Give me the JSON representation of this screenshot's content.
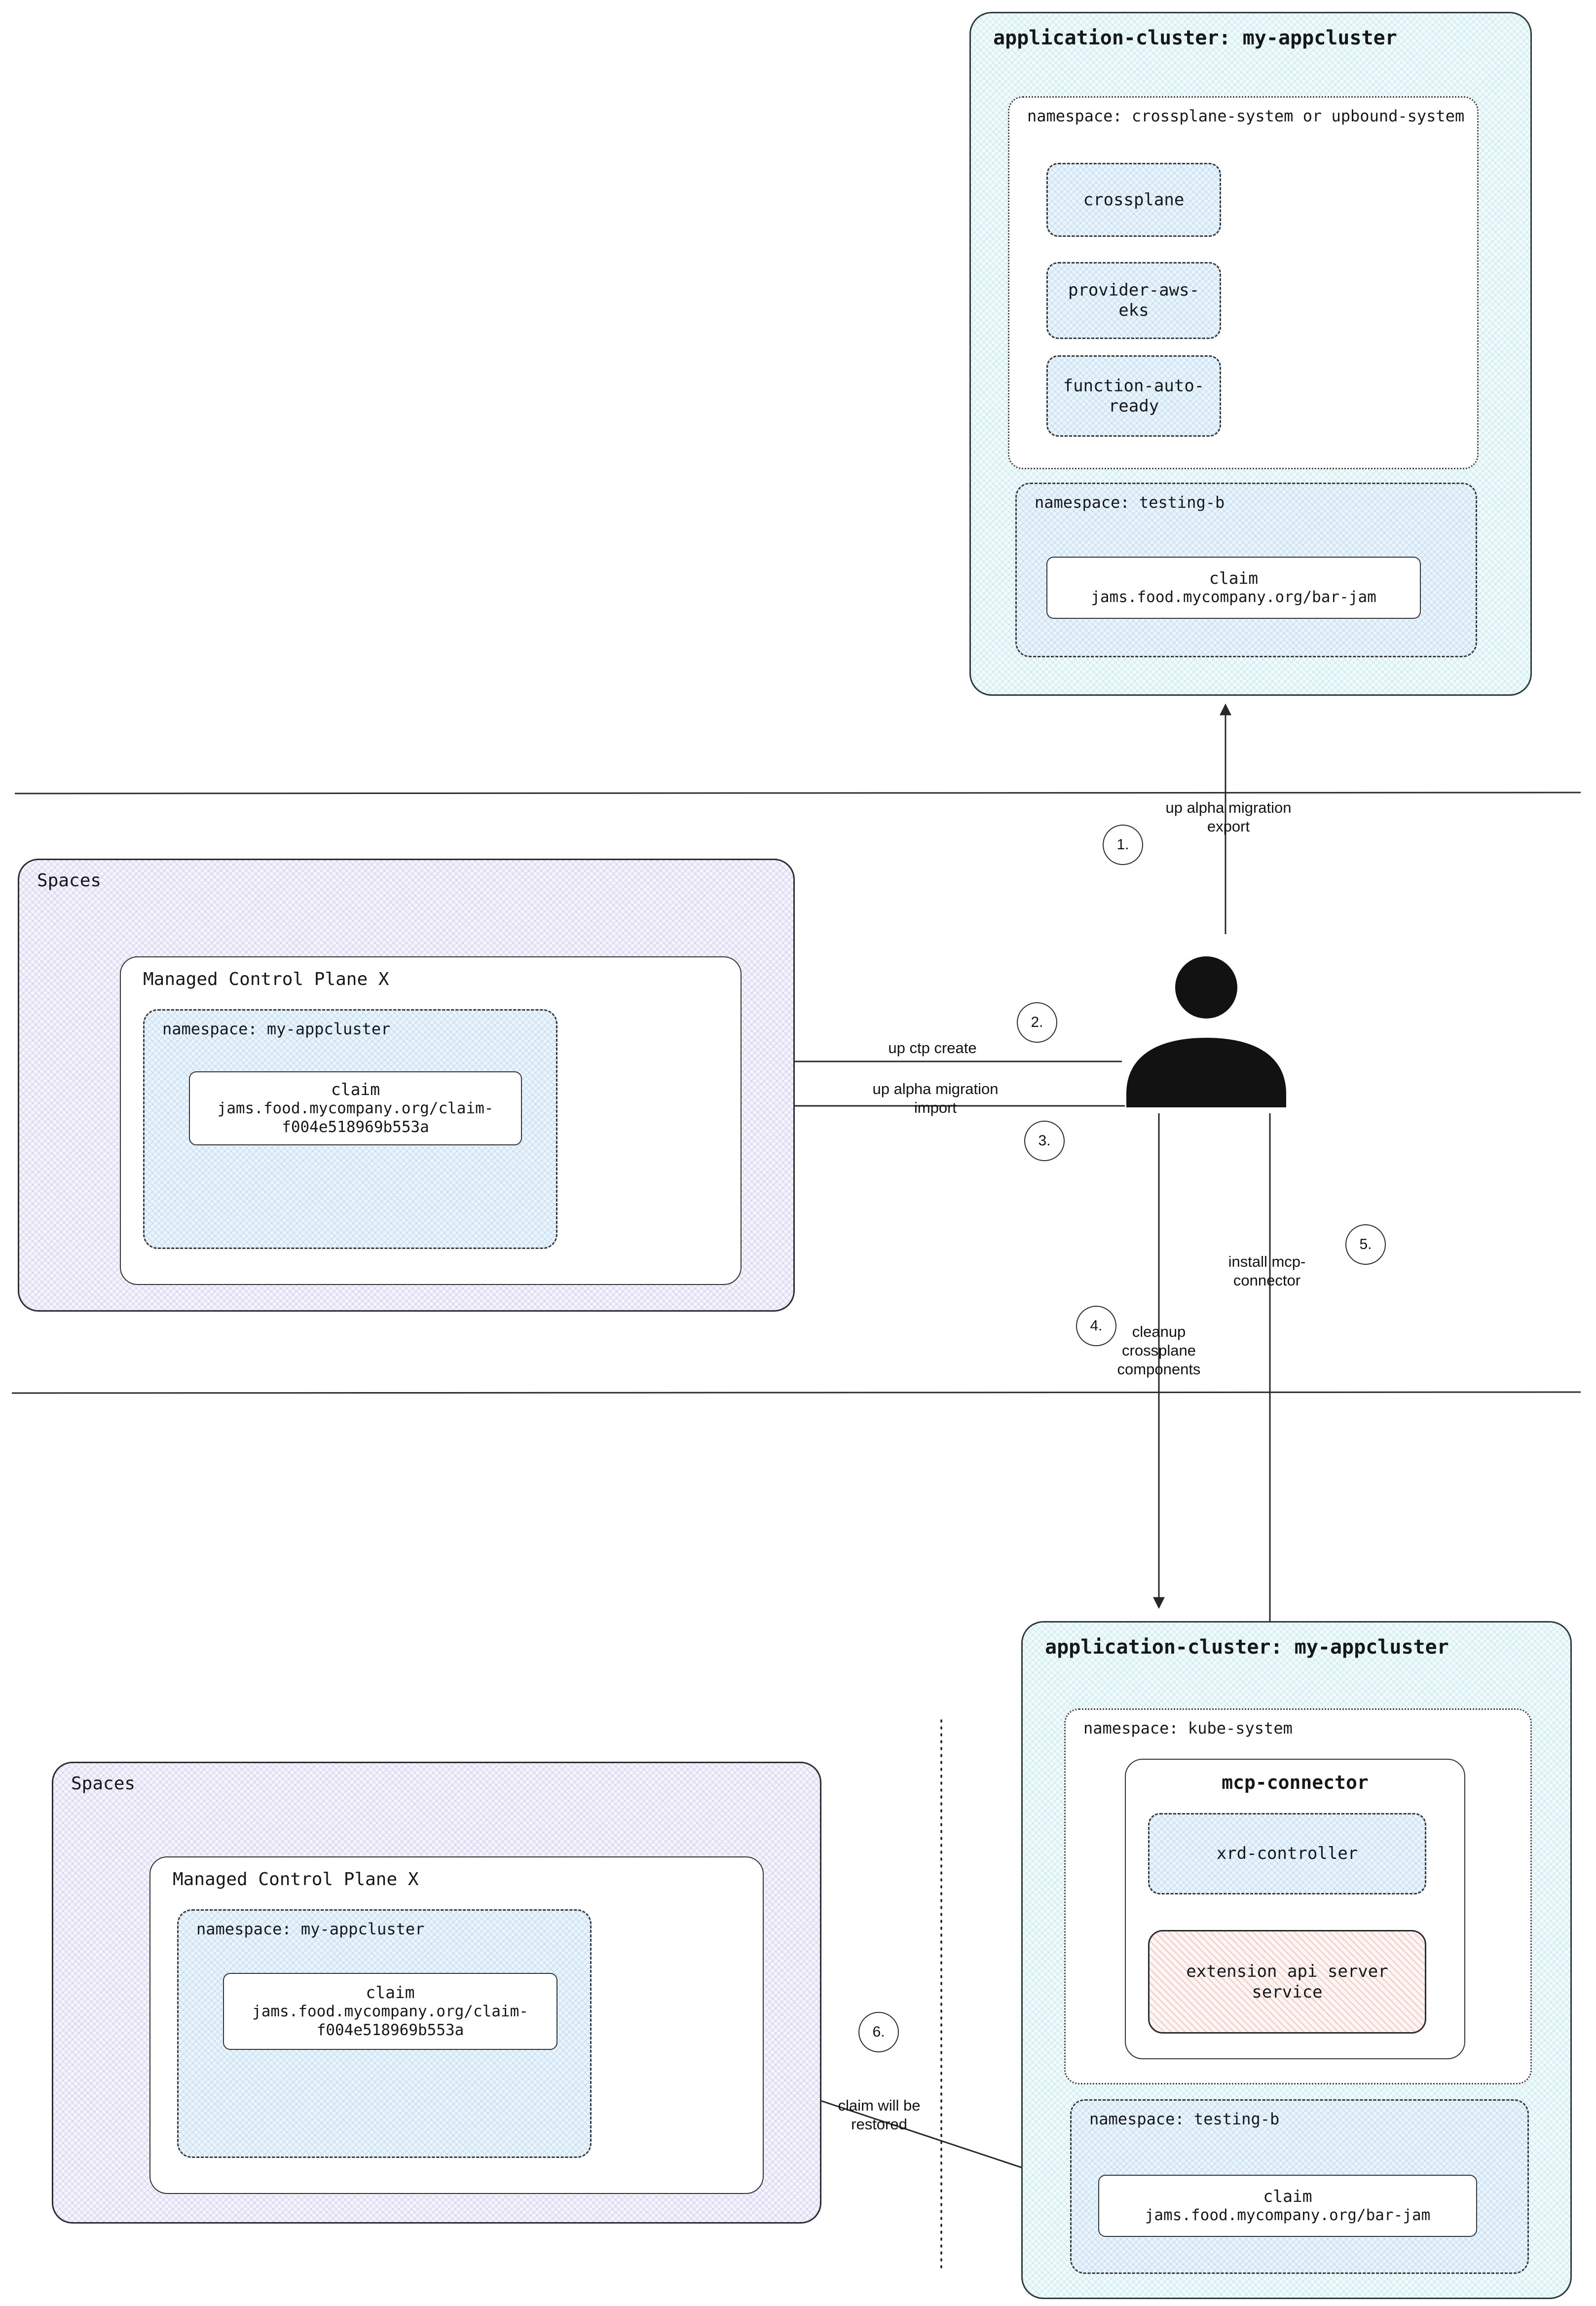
{
  "colors": {
    "cluster_fill": "#f2fbfc",
    "cluster_hatch": "#60bec8",
    "spaces_fill": "#f5f3fb",
    "spaces_hatch": "#7a6ac8",
    "namespace_blue_fill": "#eaf4fb",
    "service_pink_hatch": "#e07060",
    "line_color": "#2b2b2b"
  },
  "top_cluster": {
    "title": "application-cluster: my-appcluster",
    "system_namespace": {
      "label": "namespace: crossplane-system or upbound-system",
      "components": [
        {
          "label": "crossplane"
        },
        {
          "label": "provider-aws-eks"
        },
        {
          "label": "function-auto-ready"
        }
      ]
    },
    "testing_namespace": {
      "label": "namespace: testing-b",
      "claim": {
        "kind": "claim",
        "name": "jams.food.mycompany.org/bar-jam"
      }
    }
  },
  "spaces_before": {
    "title": "Spaces",
    "control_plane": {
      "title": "Managed Control Plane X",
      "namespace": {
        "label": "namespace: my-appcluster",
        "claim": {
          "kind": "claim",
          "name": "jams.food.mycompany.org/claim-f004e518969b553a"
        }
      }
    }
  },
  "bottom_cluster": {
    "title": "application-cluster: my-appcluster",
    "kube_namespace": {
      "label": "namespace: kube-system",
      "mcp_connector": {
        "title": "mcp-connector",
        "components": [
          {
            "label": "xrd-controller"
          },
          {
            "label": "extension api server service"
          }
        ]
      }
    },
    "testing_namespace": {
      "label": "namespace: testing-b",
      "claim": {
        "kind": "claim",
        "name": "jams.food.mycompany.org/bar-jam"
      }
    }
  },
  "spaces_after": {
    "title": "Spaces",
    "control_plane": {
      "title": "Managed Control Plane X",
      "namespace": {
        "label": "namespace: my-appcluster",
        "claim": {
          "kind": "claim",
          "name": "jams.food.mycompany.org/claim-f004e518969b553a"
        }
      }
    }
  },
  "steps": [
    {
      "number": "1.",
      "label": "up alpha migration export"
    },
    {
      "number": "2.",
      "label": "up ctp create"
    },
    {
      "number": "3.",
      "label": "up alpha migration import"
    },
    {
      "number": "4.",
      "label": "cleanup crossplane components"
    },
    {
      "number": "5.",
      "label": "install mcp-connector"
    },
    {
      "number": "6.",
      "label": "claim will be restored"
    }
  ]
}
